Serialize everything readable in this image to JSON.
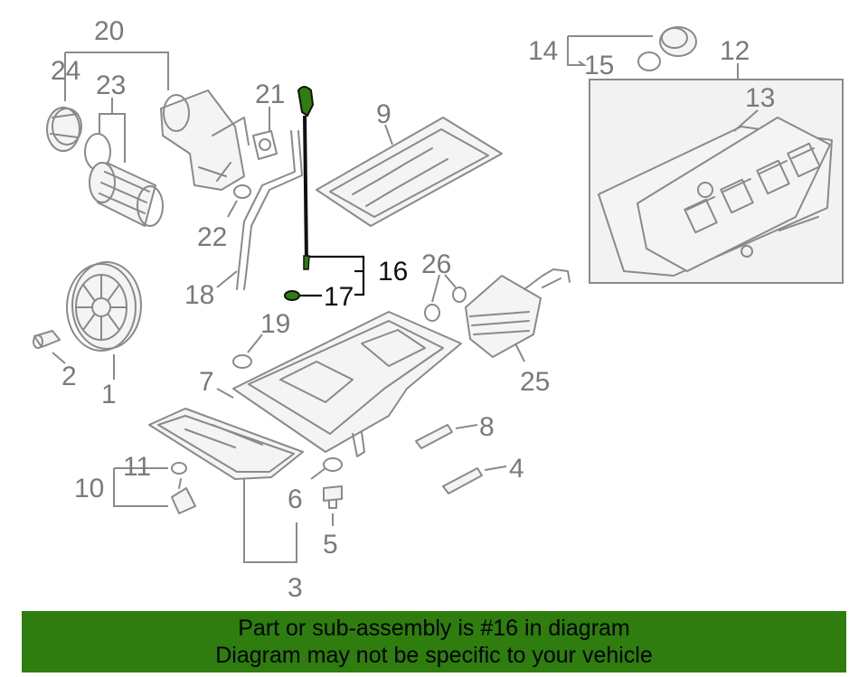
{
  "callouts": {
    "c1": "1",
    "c2": "2",
    "c3": "3",
    "c4": "4",
    "c5": "5",
    "c6": "6",
    "c7": "7",
    "c8": "8",
    "c9": "9",
    "c10": "10",
    "c11": "11",
    "c12": "12",
    "c13": "13",
    "c14": "14",
    "c15": "15",
    "c16": "16",
    "c17": "17",
    "c18": "18",
    "c19": "19",
    "c20": "20",
    "c21": "21",
    "c22": "22",
    "c23": "23",
    "c24": "24",
    "c25": "25",
    "c26": "26"
  },
  "highlight": {
    "part_number": "16",
    "color": "#2e7d0e"
  },
  "banner": {
    "line1": "Part or sub-assembly is #16 in diagram",
    "line2": "Diagram may not be specific to your vehicle",
    "color": "#2e7d0e"
  }
}
